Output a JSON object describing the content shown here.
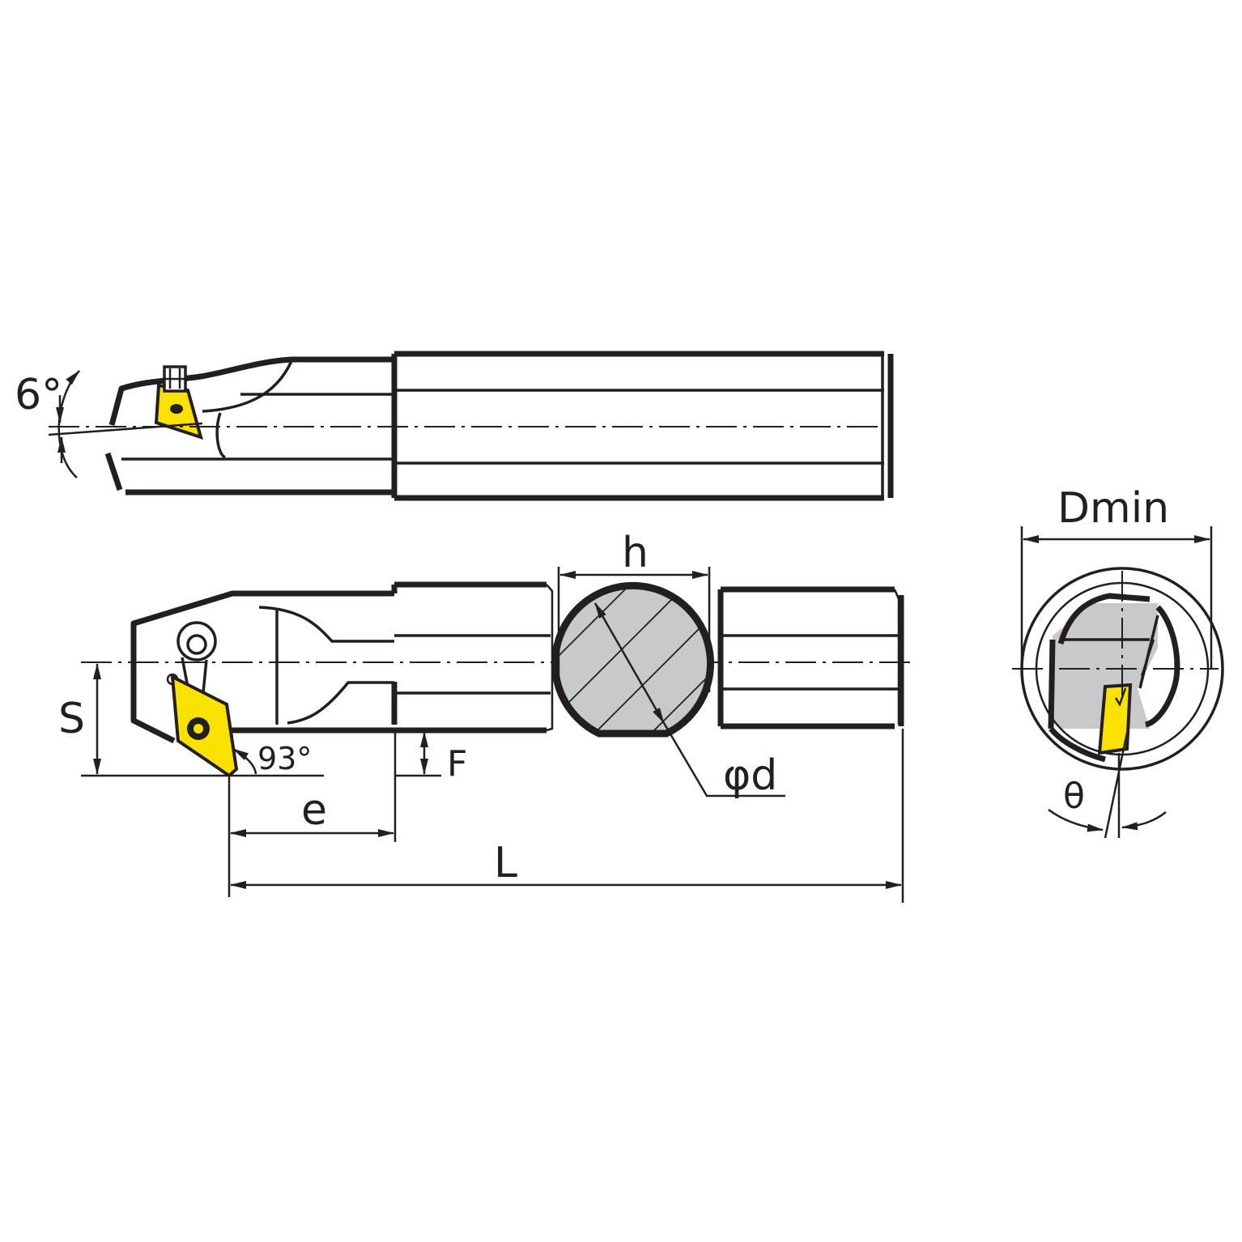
{
  "colors": {
    "line": "#231f20",
    "insert": "#f9e100",
    "section_fill": "#c8c9cb",
    "background": "#ffffff"
  },
  "labels": {
    "angle_top": "6°",
    "height": "h",
    "min_diameter": "Dmin",
    "offset_s": "S",
    "angle_lead": "93°",
    "offset_f": "F",
    "bar_diameter": "φd",
    "head_length": "e",
    "overall_length": "L",
    "angle_theta": "θ"
  }
}
